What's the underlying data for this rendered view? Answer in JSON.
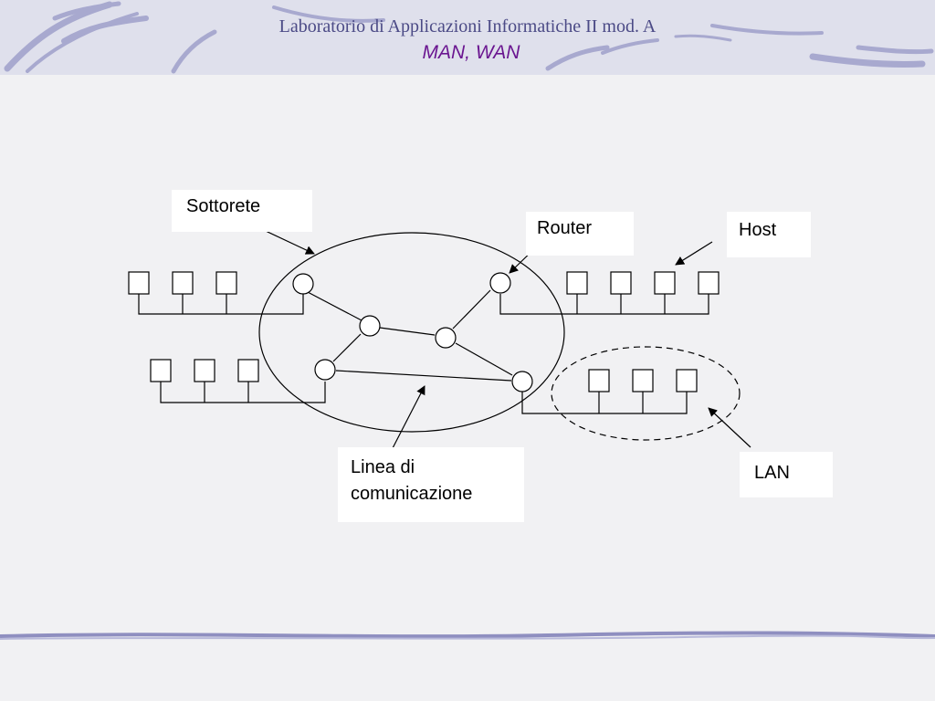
{
  "slide": {
    "title": "Laboratorio di Applicazioni Informatiche II mod. A",
    "subtitle": "MAN, WAN"
  },
  "diagram": {
    "labels": {
      "sottorete": "Sottorete",
      "router": "Router",
      "host": "Host",
      "linea_1": "Linea di",
      "linea_2": "comunicazione",
      "lan": "LAN"
    }
  },
  "colors": {
    "title": "#4b4a86",
    "subtitle": "#6a1590",
    "decoration": "#8f8fc0"
  }
}
